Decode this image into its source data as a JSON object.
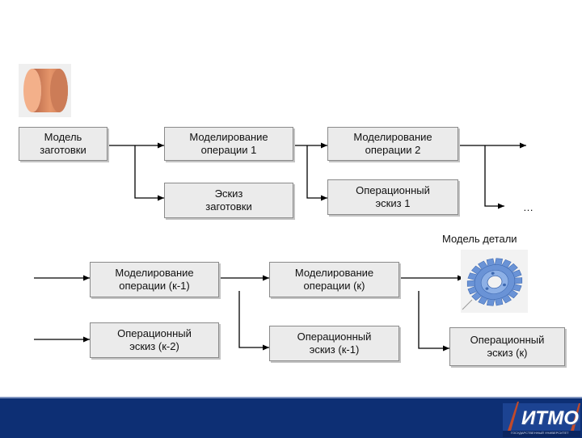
{
  "boxes": {
    "blank_model": "Модель\nзаготовки",
    "op1_model": "Моделирование\nоперации 1",
    "op2_model": "Моделирование\nоперации 2",
    "blank_sketch": "Эскиз\nзаготовки",
    "op_sketch_1": "Операционный\nэскиз 1",
    "op_k1_model": "Моделирование\nоперации (к-1)",
    "op_k_model": "Моделирование\nоперации (к)",
    "op_sketch_k2": "Операционный\nэскиз (к-2)",
    "op_sketch_k1": "Операционный\nэскиз (к-1)",
    "op_sketch_k": "Операционный\nэскиз (к)"
  },
  "ellipsis": "…",
  "part_model_label": "Модель детали",
  "footer": {
    "logo_text": "ИТМО",
    "logo_subtext": "ГОСУДАРСТВЕННЫЙ УНИВЕРСИТЕТ"
  },
  "colors": {
    "box_fill": "#ebebeb",
    "box_border": "#8a8a8a",
    "connector": "#000000",
    "footer_bg": "#0d2f74",
    "blank_cylinder": "#e08f62",
    "gear": "#6a93d6"
  },
  "icons": [
    "cylinder-blank-image",
    "gear-part-image",
    "itmo-logo"
  ]
}
